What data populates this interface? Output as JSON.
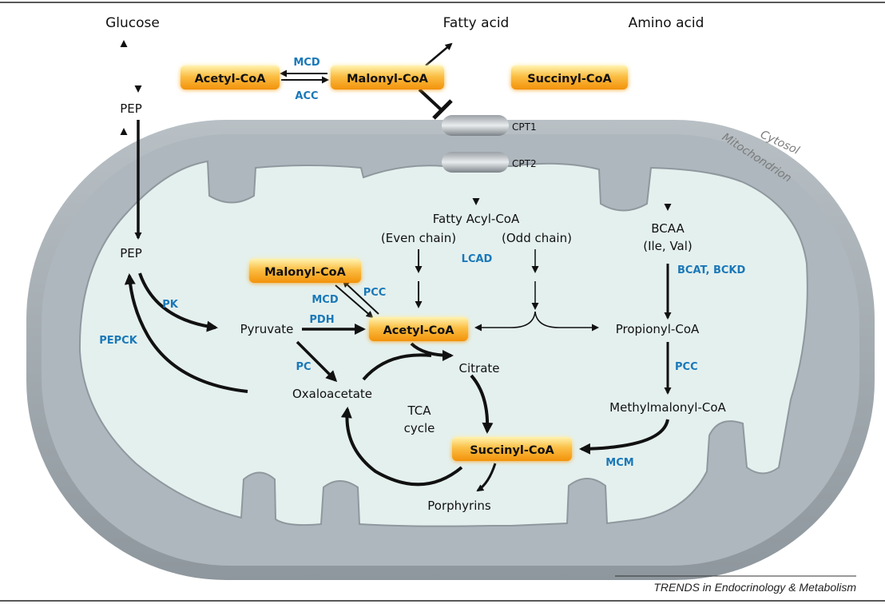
{
  "colors": {
    "enzyme": "#1a78b8",
    "box_fill_top": "#fff3b0",
    "box_fill_bottom": "#f2920a",
    "outer_membrane": "#a3acb3",
    "matrix": "#e4f0ee",
    "arrow": "#111111"
  },
  "compartments": {
    "cytosol": "Cytosol",
    "mitochondrion": "Mitochondrion"
  },
  "inputs": {
    "glucose": "Glucose",
    "fatty_acid": "Fatty acid",
    "amino_acid": "Amino acid"
  },
  "cytosol": {
    "acetyl_coa": "Acetyl-CoA",
    "malonyl_coa": "Malonyl-CoA",
    "succinyl_coa": "Succinyl-CoA",
    "mcd": "MCD",
    "acc": "ACC",
    "pep": "PEP"
  },
  "transporters": {
    "cpt1": "CPT1",
    "cpt2": "CPT2"
  },
  "matrix": {
    "pep": "PEP",
    "pk": "PK",
    "pepck": "PEPCK",
    "malonyl_coa": "Malonyl-CoA",
    "mcd": "MCD",
    "pcc": "PCC",
    "pdh": "PDH",
    "pyruvate": "Pyruvate",
    "acetyl_coa": "Acetyl-CoA",
    "pc": "PC",
    "citrate": "Citrate",
    "oxaloacetate": "Oxaloacetate",
    "tca_line1": "TCA",
    "tca_line2": "cycle",
    "succinyl_coa": "Succinyl-CoA",
    "porphyrins": "Porphyrins",
    "fatty_acyl_coa": "Fatty Acyl-CoA",
    "even_chain": "(Even chain)",
    "odd_chain": "(Odd chain)",
    "lcad": "LCAD",
    "bcaa": "BCAA",
    "ile_val": "(Ile, Val)",
    "bcat_bckd": "BCAT, BCKD",
    "propionyl_coa": "Propionyl-CoA",
    "pcc2": "PCC",
    "methylmalonyl_coa": "Methylmalonyl-CoA",
    "mcm": "MCM"
  },
  "footer": {
    "journal": "TRENDS in Endocrinology & Metabolism"
  }
}
